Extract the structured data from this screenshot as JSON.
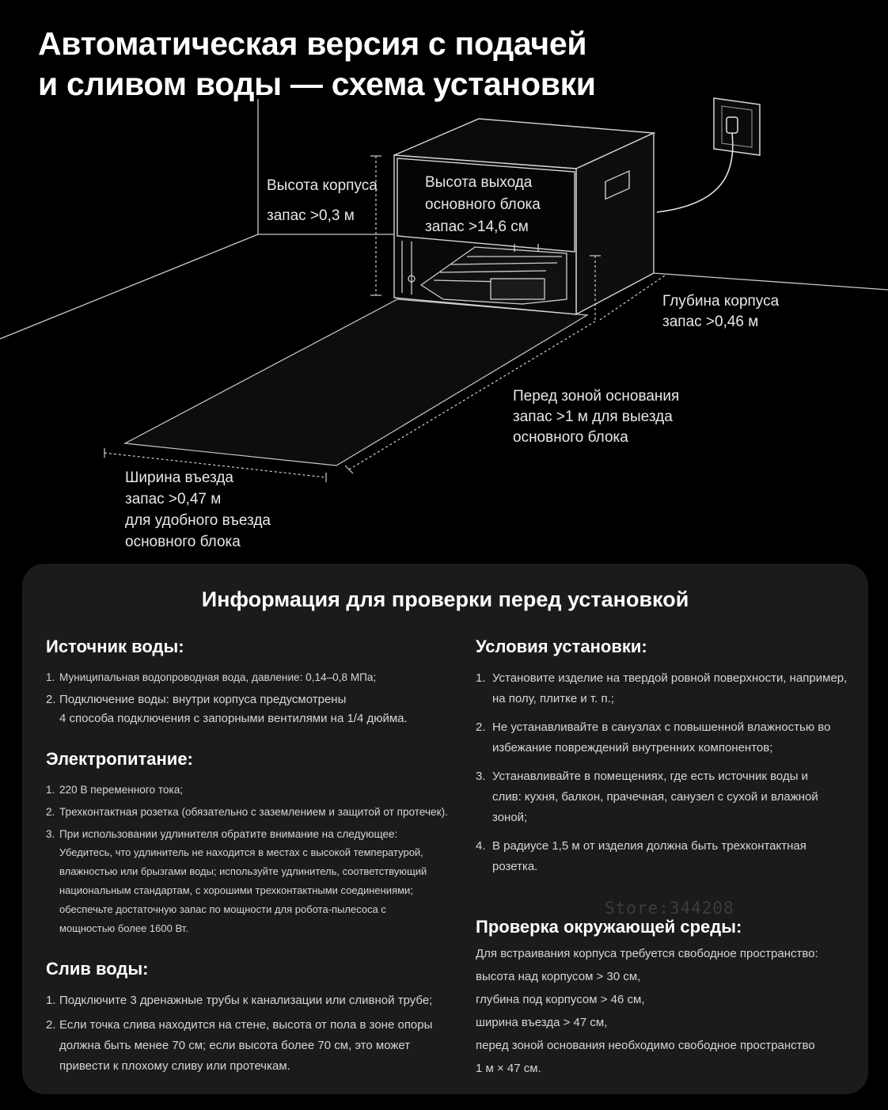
{
  "hero": {
    "title_line1": "Автоматическая версия с подачей",
    "title_line2": "и сливом воды — схема установки"
  },
  "diagram": {
    "label_body_height": {
      "line1": "Высота корпуса",
      "line2": "запас >0,3 м"
    },
    "label_outlet_height": {
      "line1": "Высота выхода",
      "line2": "основного блока",
      "line3": "запас >14,6 см"
    },
    "label_depth": {
      "line1": "Глубина корпуса",
      "line2": "запас >0,46 м"
    },
    "label_front_zone": {
      "line1": "Перед зоной основания",
      "line2": "запас >1 м для выезда",
      "line3": "основного блока"
    },
    "label_entry_width": {
      "line1": "Ширина въезда",
      "line2": "запас >0,47 м",
      "line3": "для удобного въезда",
      "line4": "основного блока"
    },
    "icons": [
      "wall-socket-icon",
      "plug-icon",
      "cabinet-handle-icon",
      "robot-base-station-icon"
    ]
  },
  "watermark": "Store:344208",
  "info": {
    "title": "Информация для проверки перед установкой",
    "water_source": {
      "title": "Источник воды:",
      "items": [
        {
          "num": "1.",
          "text": "Муниципальная водопроводная вода, давление: 0,14–0,8 МПа;"
        },
        {
          "num": "2.",
          "line1": "Подключение воды: внутри корпуса предусмотрены",
          "line2": "4 способа подключения с запорными вентилями на 1/4 дюйма."
        }
      ]
    },
    "power": {
      "title": "Электропитание:",
      "items": [
        {
          "num": "1.",
          "text": "220 В переменного тока;"
        },
        {
          "num": "2.",
          "text": "Трехконтактная розетка (обязательно с заземлением и защитой от протечек)."
        },
        {
          "num": "3.",
          "text": "При использовании удлинителя обратите внимание на следующее:",
          "note_lines": [
            "Убедитесь, что удлинитель не находится в местах с высокой температурой,",
            "влажностью или брызгами воды; используйте удлинитель, соответствующий",
            "национальным стандартам, с хорошими трехконтактными соединениями;",
            "обеспечьте достаточную запас по мощности для робота-пылесоса с",
            "мощностью более 1600 Вт."
          ]
        }
      ]
    },
    "drain": {
      "title": "Слив воды:",
      "items": [
        {
          "num": "1.",
          "text": "Подключите 3 дренажные трубы к канализации или сливной трубе;"
        },
        {
          "num": "2.",
          "lines": [
            "Если точка слива находится на стене, высота от пола в зоне опоры",
            "должна быть менее 70 см; если высота более 70 см, это может",
            "привести к плохому сливу или протечкам."
          ]
        }
      ]
    },
    "conditions": {
      "title": "Условия установки:",
      "items": [
        {
          "num": "1.",
          "lines": [
            "Установите изделие на твердой ровной поверхности, например,",
            "на полу, плитке и т. п.;"
          ]
        },
        {
          "num": "2.",
          "lines": [
            "Не устанавливайте в санузлах с повышенной влажностью во",
            "избежание повреждений внутренних компонентов;"
          ]
        },
        {
          "num": "3.",
          "lines": [
            "Устанавливайте в помещениях, где есть источник воды и",
            "слив: кухня, балкон, прачечная, санузел с сухой и влажной",
            "зоной;"
          ]
        },
        {
          "num": "4.",
          "lines": [
            "В радиусе 1,5 м от изделия должна быть трехконтактная",
            "розетка."
          ]
        }
      ]
    },
    "environment": {
      "title": "Проверка окружающей среды:",
      "lines": [
        "Для встраивания корпуса требуется свободное пространство:",
        "высота над корпусом > 30 см,",
        "глубина под корпусом > 46 см,",
        "ширина въезда > 47 см,",
        "перед зоной основания необходимо свободное пространство",
        "1 м × 47 см."
      ]
    }
  }
}
